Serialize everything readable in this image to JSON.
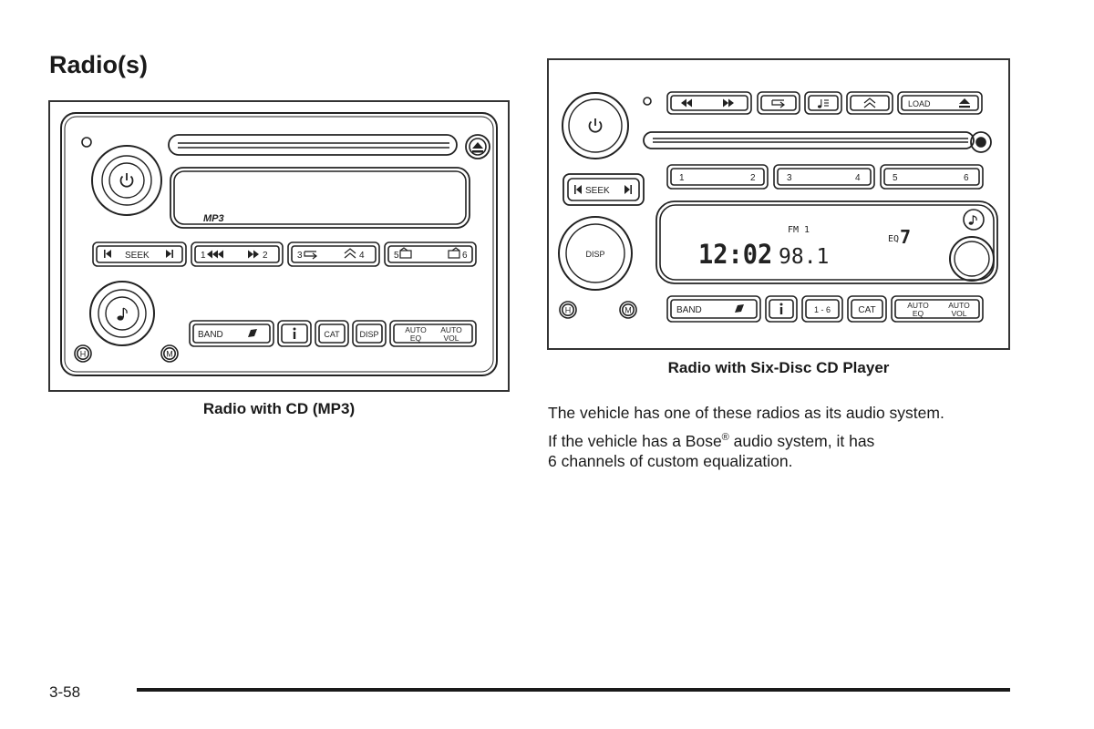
{
  "page": {
    "title": "Radio(s)",
    "page_number": "3-58"
  },
  "figure_left": {
    "caption": "Radio with CD (MP3)",
    "logo": "MP3",
    "buttons": {
      "seek": "SEEK",
      "preset_1": "1",
      "preset_2": "2",
      "preset_3": "3",
      "preset_4": "4",
      "preset_5": "5",
      "preset_6": "6",
      "band": "BAND",
      "cat": "CAT",
      "disp": "DISP",
      "auto_eq_line1": "AUTO",
      "auto_eq_line2": "EQ",
      "auto_vol_line1": "AUTO",
      "auto_vol_line2": "VOL",
      "h": "H",
      "m": "M"
    }
  },
  "figure_right": {
    "caption": "Radio with Six-Disc CD Player",
    "buttons": {
      "load": "LOAD",
      "seek": "SEEK",
      "disp": "DISP",
      "preset_1": "1",
      "preset_2": "2",
      "preset_3": "3",
      "preset_4": "4",
      "preset_5": "5",
      "preset_6": "6",
      "band": "BAND",
      "range": "1 - 6",
      "cat": "CAT",
      "auto_eq_line1": "AUTO",
      "auto_eq_line2": "EQ",
      "auto_vol_line1": "AUTO",
      "auto_vol_line2": "VOL",
      "h": "H",
      "m": "M"
    },
    "display": {
      "band": "FM 1",
      "eq_label": "EQ",
      "eq_value": "7",
      "clock": "12:02",
      "frequency": "98.1"
    }
  },
  "text": {
    "paragraph_1": "The vehicle has one of these radios as its audio system.",
    "paragraph_2_before": "If the vehicle has a Bose",
    "paragraph_2_mark": "®",
    "paragraph_2_line1_after": " audio system, it has",
    "paragraph_2_line2": "6 channels of custom equalization."
  }
}
